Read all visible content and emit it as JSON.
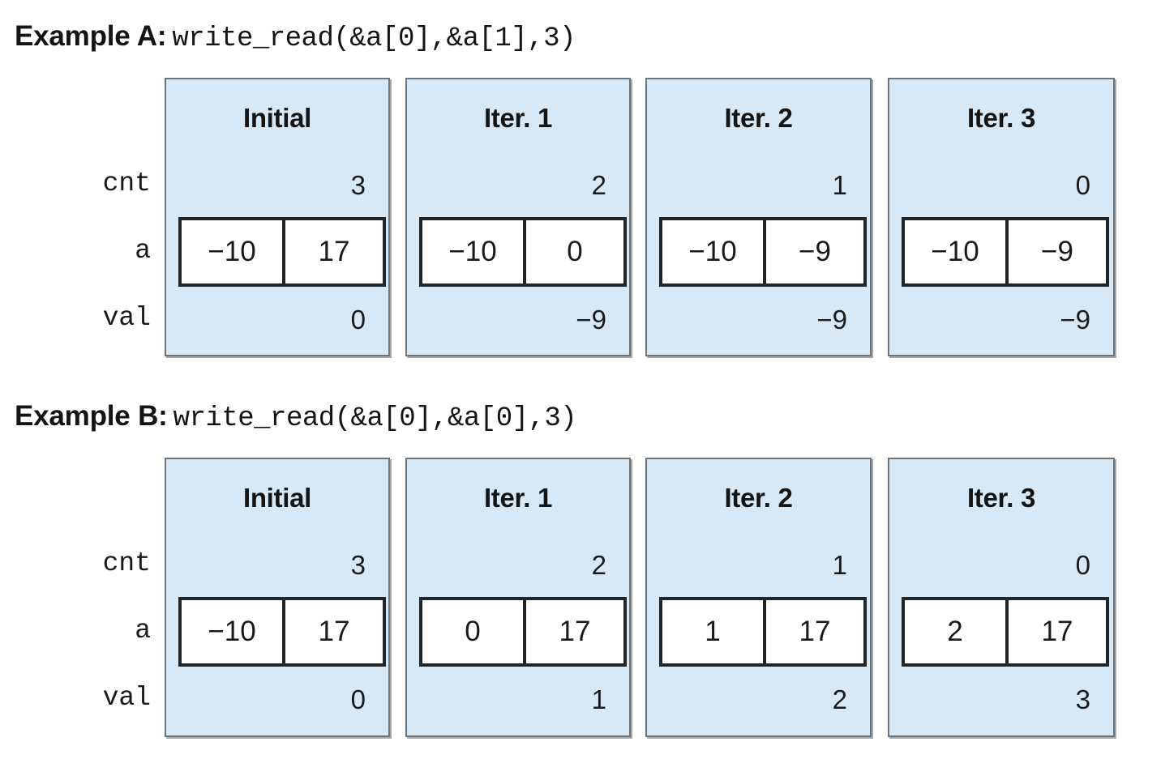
{
  "page": {
    "background_color": "#ffffff",
    "panel_fill_color": "#d7e9f7",
    "panel_border_color": "#6e7377",
    "cell_border_color": "#222527",
    "text_color": "#1a1a1a"
  },
  "row_labels": {
    "cnt": "cnt",
    "a": "a",
    "val": "val"
  },
  "examples": [
    {
      "id": "example-a",
      "label": "Example A:",
      "call": "write_read(&a[0],&a[1],3)",
      "panels": [
        {
          "title": "Initial",
          "cnt": "3",
          "a": [
            "−10",
            "17"
          ],
          "val": "0"
        },
        {
          "title": "Iter. 1",
          "cnt": "2",
          "a": [
            "−10",
            "0"
          ],
          "val": "−9"
        },
        {
          "title": "Iter. 2",
          "cnt": "1",
          "a": [
            "−10",
            "−9"
          ],
          "val": "−9"
        },
        {
          "title": "Iter. 3",
          "cnt": "0",
          "a": [
            "−10",
            "−9"
          ],
          "val": "−9"
        }
      ]
    },
    {
      "id": "example-b",
      "label": "Example B:",
      "call": "write_read(&a[0],&a[0],3)",
      "panels": [
        {
          "title": "Initial",
          "cnt": "3",
          "a": [
            "−10",
            "17"
          ],
          "val": "0"
        },
        {
          "title": "Iter. 1",
          "cnt": "2",
          "a": [
            "0",
            "17"
          ],
          "val": "1"
        },
        {
          "title": "Iter. 2",
          "cnt": "1",
          "a": [
            "1",
            "17"
          ],
          "val": "2"
        },
        {
          "title": "Iter. 3",
          "cnt": "0",
          "a": [
            "2",
            "17"
          ],
          "val": "3"
        }
      ]
    }
  ]
}
